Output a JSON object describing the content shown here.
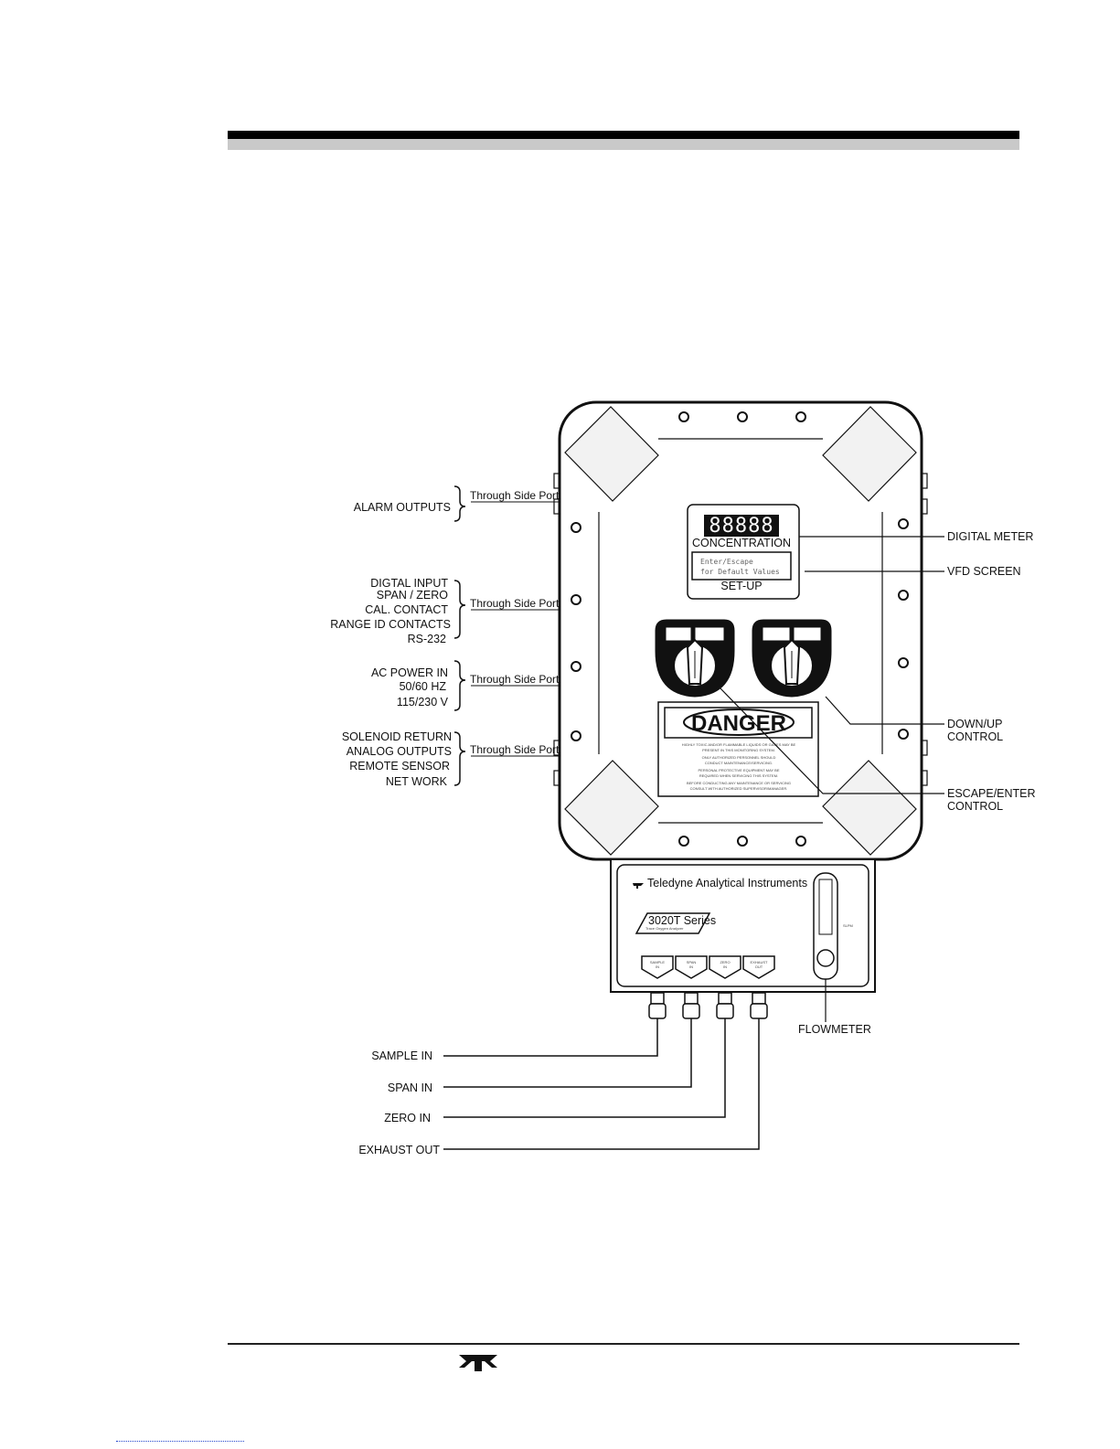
{
  "left_labels": {
    "alarm_outputs": "ALARM OUTPUTS",
    "digital_input": "DIGTAL INPUT",
    "span_zero": "SPAN / ZERO",
    "cal_contact": "CAL. CONTACT",
    "range_id_contacts": "RANGE ID CONTACTS",
    "rs232": "RS-232",
    "ac_power_in": "AC POWER IN",
    "hz": "50/60 HZ",
    "voltage": "115/230 V",
    "solenoid_return": "SOLENOID RETURN",
    "analog_outputs": "ANALOG OUTPUTS",
    "remote_sensor": "REMOTE SENSOR",
    "network": "NET WORK"
  },
  "port_labels": [
    "Through Side Port",
    "Through Side Port",
    "Through Side Port",
    "Through Side Port"
  ],
  "right_labels": {
    "digital_meter": "DIGITAL METER",
    "vfd_screen": "VFD SCREEN",
    "down_up_control_1": "DOWN/UP",
    "down_up_control_2": "CONTROL",
    "escape_enter_control_1": "ESCAPE/ENTER",
    "escape_enter_control_2": "CONTROL",
    "flowmeter": "FLOWMETER"
  },
  "panel": {
    "meter_digits": "88888",
    "concentration": "CONCENTRATION",
    "vfd_line1": "Enter/Escape",
    "vfd_line2": "for Default Values",
    "setup": "SET-UP",
    "danger": "DANGER",
    "warning_lines": [
      "HIGHLY TOXIC AND/OR FLAMMABLE LIQUIDS OR GASES MAY BE",
      "PRESENT IN THIS MONITORING SYSTEM.",
      "ONLY AUTHORIZED PERSONNEL SHOULD",
      "CONDUCT MAINTENANCE/SERVICING.",
      "PERSONAL PROTECTIVE EQUIPMENT MAY BE",
      "REQUIRED WHEN SERVICING THIS SYSTEM.",
      "BEFORE CONDUCTING ANY MAINTENANCE OR SERVICING",
      "CONSULT WITH AUTHORIZED SUPERVISOR/MANAGER."
    ]
  },
  "lower_box": {
    "brand": "Teledyne Analytical Instruments",
    "model": "3020T Series",
    "model_sub": "Trace Oxygen Analyzer",
    "flow_unit": "SLPM",
    "ports": [
      {
        "line1": "SAMPLE",
        "line2": "IN"
      },
      {
        "line1": "SPAN",
        "line2": "IN"
      },
      {
        "line1": "ZERO",
        "line2": "IN"
      },
      {
        "line1": "EXHAUST",
        "line2": "OUT"
      }
    ]
  },
  "bottom_labels": {
    "sample_in": "SAMPLE IN",
    "span_in": "SPAN IN",
    "zero_in": "ZERO IN",
    "exhaust_out": "EXHAUST OUT"
  }
}
